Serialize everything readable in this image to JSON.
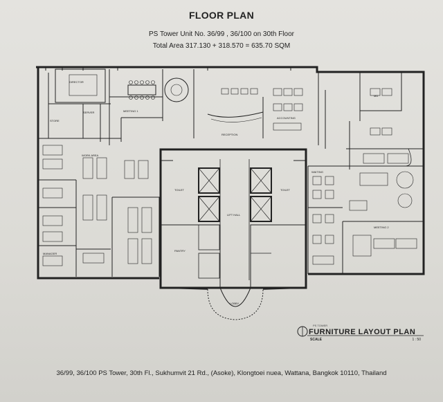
{
  "header": {
    "title": "FLOOR PLAN",
    "subtitle": "PS Tower  Unit No. 36/99 , 36/100  on  30th Floor",
    "area": "Total Area  317.130 + 318.570 =  635.70 SQM"
  },
  "plan": {
    "room_labels": [
      "MEETING 1",
      "RECEPTION",
      "LIFT HALL",
      "LOBBY",
      "PANTRY",
      "TOILET",
      "TOILET",
      "DIRECTOR",
      "MD",
      "ACCOUNTING",
      "SERVER",
      "STORE",
      "MEETING 2",
      "WAITING",
      "MANAGER",
      "WORK AREA"
    ]
  },
  "title_block": {
    "title": "FURNITURE LAYOUT PLAN",
    "scale_label": "SCALE",
    "scale_value": "1 : 50",
    "project": "PS TOWER"
  },
  "footer": {
    "address": "36/99, 36/100 PS Tower, 30th Fl., Sukhumvit 21 Rd., (Asoke), Klongtoei nuea, Wattana, Bangkok 10110, Thailand"
  }
}
